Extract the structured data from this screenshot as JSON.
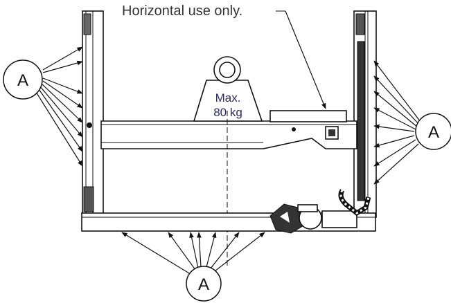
{
  "callouts": {
    "letter": "A"
  },
  "notes": {
    "horizontal": "Horizontal use only.",
    "max_label": "Max.",
    "max_value": "80 kg"
  },
  "colors": {
    "line": "#111111",
    "background": "#ffffff",
    "weight_text": "#2a2a6a"
  }
}
